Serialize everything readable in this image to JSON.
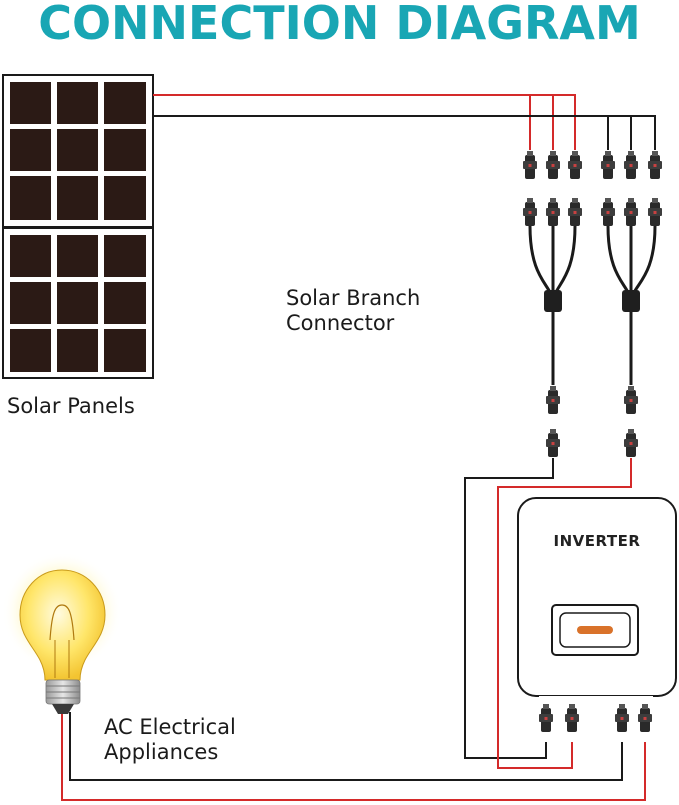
{
  "title": "CONNECTION DIAGRAM",
  "labels": {
    "solar_panels": "Solar Panels",
    "branch_line1": "Solar Branch",
    "branch_line2": "Connector",
    "inverter": "INVERTER",
    "appliances_line1": "AC Electrical",
    "appliances_line2": "Appliances"
  },
  "colors": {
    "title": "#19a6b4",
    "positive_wire": "#d42a2a",
    "negative_wire": "#1a1a1a",
    "panel_cell": "#2b1a15",
    "inverter_indicator": "#d9722a",
    "bulb_glow": "#fff4a3"
  },
  "icons": [
    "solar-panel-icon",
    "branch-connector-icon",
    "inverter-icon",
    "light-bulb-icon"
  ]
}
